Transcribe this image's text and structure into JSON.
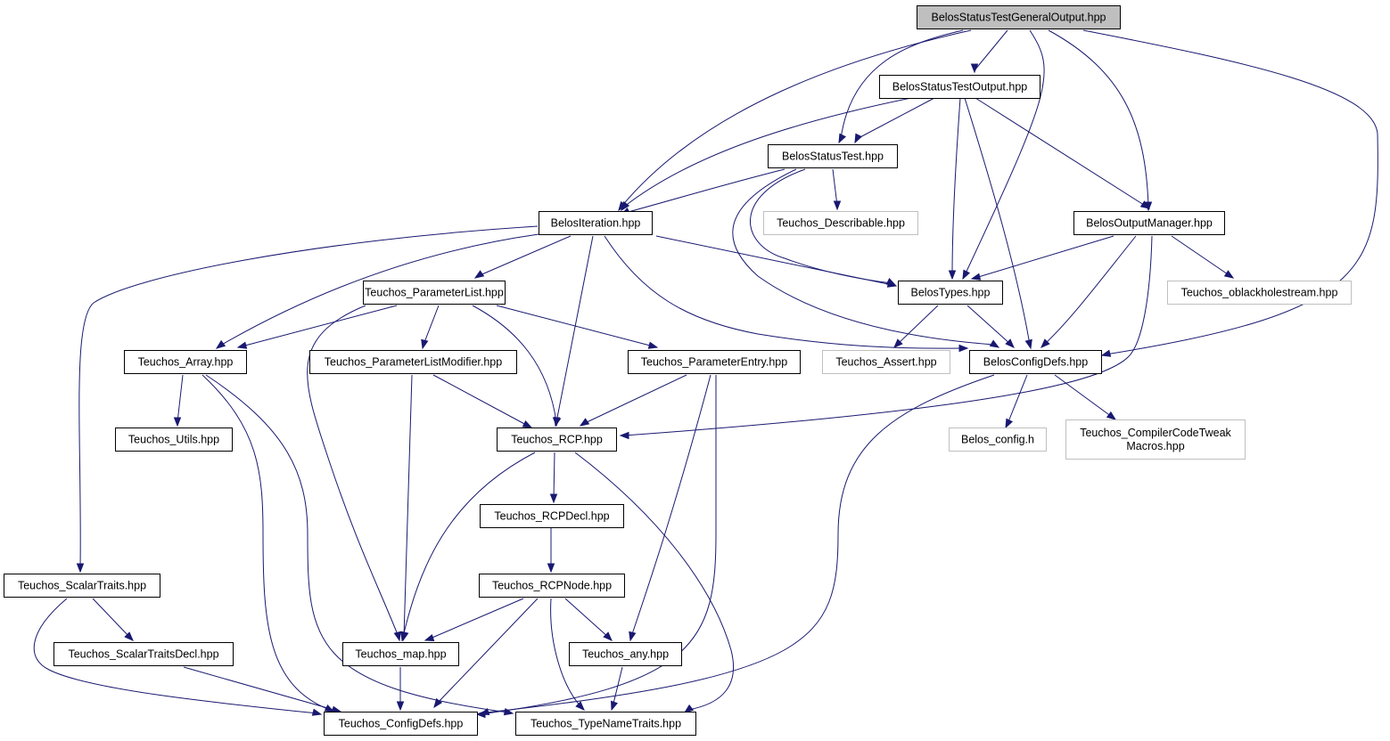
{
  "colors": {
    "edge": "#191970",
    "root_fill": "#bfbfbf",
    "external_border": "#bfbfbf",
    "node_border": "#000000"
  },
  "nodes": {
    "root": {
      "lines": [
        "BelosStatusTestGeneralOutput.hpp"
      ],
      "kind": "root"
    },
    "statusTestOutput": {
      "lines": [
        "BelosStatusTestOutput.hpp"
      ],
      "kind": "int"
    },
    "statusTest": {
      "lines": [
        "BelosStatusTest.hpp"
      ],
      "kind": "int"
    },
    "describable": {
      "lines": [
        "Teuchos_Describable.hpp"
      ],
      "kind": "ext"
    },
    "iteration": {
      "lines": [
        "BelosIteration.hpp"
      ],
      "kind": "int"
    },
    "outputManager": {
      "lines": [
        "BelosOutputManager.hpp"
      ],
      "kind": "int"
    },
    "parameterList": {
      "lines": [
        "Teuchos_ParameterList.hpp"
      ],
      "kind": "int"
    },
    "belosTypes": {
      "lines": [
        "BelosTypes.hpp"
      ],
      "kind": "int"
    },
    "oblackhole": {
      "lines": [
        "Teuchos_oblackholestream.hpp"
      ],
      "kind": "ext"
    },
    "array": {
      "lines": [
        "Teuchos_Array.hpp"
      ],
      "kind": "int"
    },
    "paramListModifier": {
      "lines": [
        "Teuchos_ParameterListModifier.hpp"
      ],
      "kind": "int"
    },
    "paramEntry": {
      "lines": [
        "Teuchos_ParameterEntry.hpp"
      ],
      "kind": "int"
    },
    "assert": {
      "lines": [
        "Teuchos_Assert.hpp"
      ],
      "kind": "ext"
    },
    "belosConfigDefs": {
      "lines": [
        "BelosConfigDefs.hpp"
      ],
      "kind": "int"
    },
    "utils": {
      "lines": [
        "Teuchos_Utils.hpp"
      ],
      "kind": "int"
    },
    "rcp": {
      "lines": [
        "Teuchos_RCP.hpp"
      ],
      "kind": "int"
    },
    "belosConfig": {
      "lines": [
        "Belos_config.h"
      ],
      "kind": "ext"
    },
    "compilerTweak": {
      "lines": [
        "Teuchos_CompilerCodeTweak",
        "Macros.hpp"
      ],
      "kind": "ext"
    },
    "rcpDecl": {
      "lines": [
        "Teuchos_RCPDecl.hpp"
      ],
      "kind": "int"
    },
    "scalarTraits": {
      "lines": [
        "Teuchos_ScalarTraits.hpp"
      ],
      "kind": "int"
    },
    "rcpNode": {
      "lines": [
        "Teuchos_RCPNode.hpp"
      ],
      "kind": "int"
    },
    "scalarTraitsDecl": {
      "lines": [
        "Teuchos_ScalarTraitsDecl.hpp"
      ],
      "kind": "int"
    },
    "map": {
      "lines": [
        "Teuchos_map.hpp"
      ],
      "kind": "int"
    },
    "any": {
      "lines": [
        "Teuchos_any.hpp"
      ],
      "kind": "int"
    },
    "teuchosConfigDefs": {
      "lines": [
        "Teuchos_ConfigDefs.hpp"
      ],
      "kind": "int"
    },
    "typeNameTraits": {
      "lines": [
        "Teuchos_TypeNameTraits.hpp"
      ],
      "kind": "int"
    }
  }
}
